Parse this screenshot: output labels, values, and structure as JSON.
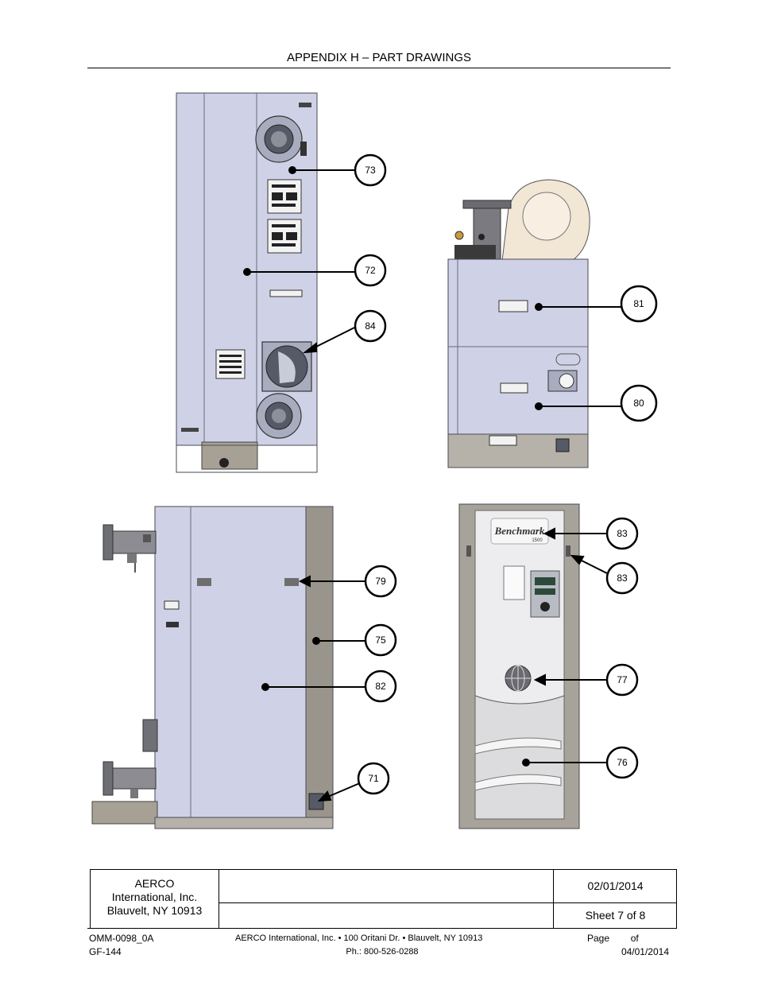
{
  "header": {
    "title": "APPENDIX H – PART DRAWINGS"
  },
  "callouts": {
    "c73": "73",
    "c72": "72",
    "c84": "84",
    "c81": "81",
    "c80": "80",
    "c79": "79",
    "c75": "75",
    "c82": "82",
    "c71": "71",
    "c83a": "83",
    "c83b": "83",
    "c77": "77",
    "c76": "76"
  },
  "logo": {
    "brand": "Benchmark",
    "model": "1500"
  },
  "title_block": {
    "company_line1": "AERCO",
    "company_line2": "International, Inc.",
    "company_line3": "Blauvelt, NY 10913",
    "date": "02/01/2014",
    "sheet": "Sheet 7 of 8"
  },
  "footer": {
    "doc_number": "OMM-0098_0A",
    "form_number": "GF-144",
    "address": "AERCO International, Inc. • 100 Oritani Dr. •  Blauvelt, NY 10913",
    "phone": "Ph.: 800-526-0288",
    "page": "Page        of",
    "rev_date": "04/01/2014"
  },
  "colors": {
    "panel": "#cfd2e6",
    "panel_shade": "#b9bdd6",
    "frame": "#9a958c",
    "front": "#eeeeee",
    "outline": "#4a4a55"
  }
}
